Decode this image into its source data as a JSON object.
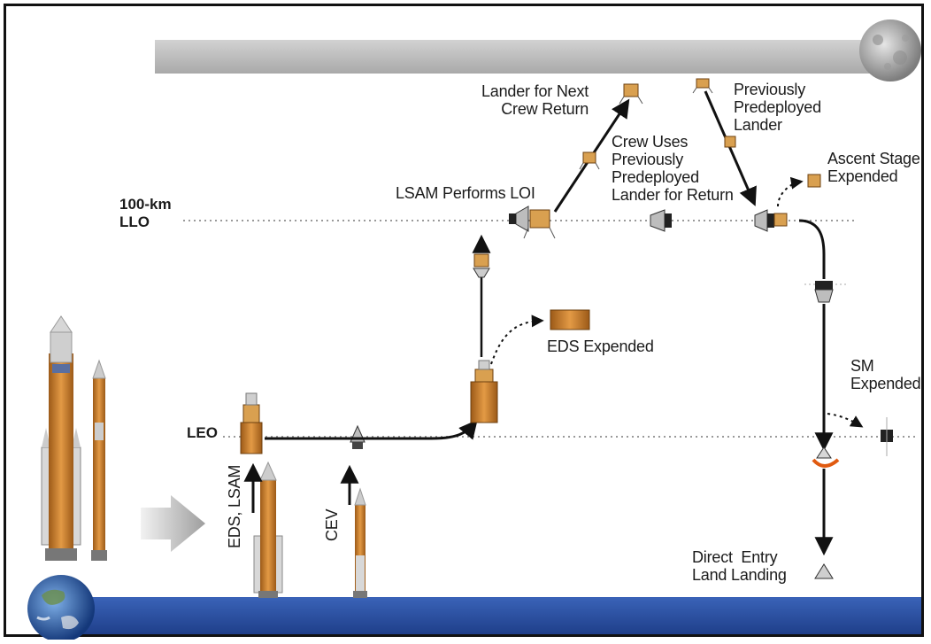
{
  "labels": {
    "llo": "100-km\nLLO",
    "leo": "LEO",
    "lsam_loi": "LSAM Performs LOI",
    "lander_next": "Lander for Next\nCrew Return",
    "prev_predeployed": "Previously\nPredeployed\nLander",
    "crew_uses": "Crew Uses\nPreviously\nPredeployed\nLander for Return",
    "ascent_stage": "Ascent Stage\nExpended",
    "eds_expended": "EDS Expended",
    "sm_expended": "SM\nExpended",
    "direct_entry": "Direct  Entry\nLand Landing",
    "eds_lsam": "EDS, LSAM",
    "cev": "CEV"
  },
  "colors": {
    "moon_bar": "#bdbdbd",
    "earth_bar": "#2a4ea0",
    "orange": "#c87a2a",
    "orbit_dots": "#9a9a9a",
    "arrow": "#111111"
  },
  "icons": [
    "moon-icon",
    "earth-icon",
    "launch-vehicle-icon",
    "transition-arrow-icon",
    "lander-icon",
    "cev-icon",
    "eds-stage-icon",
    "heat-shield-icon"
  ]
}
